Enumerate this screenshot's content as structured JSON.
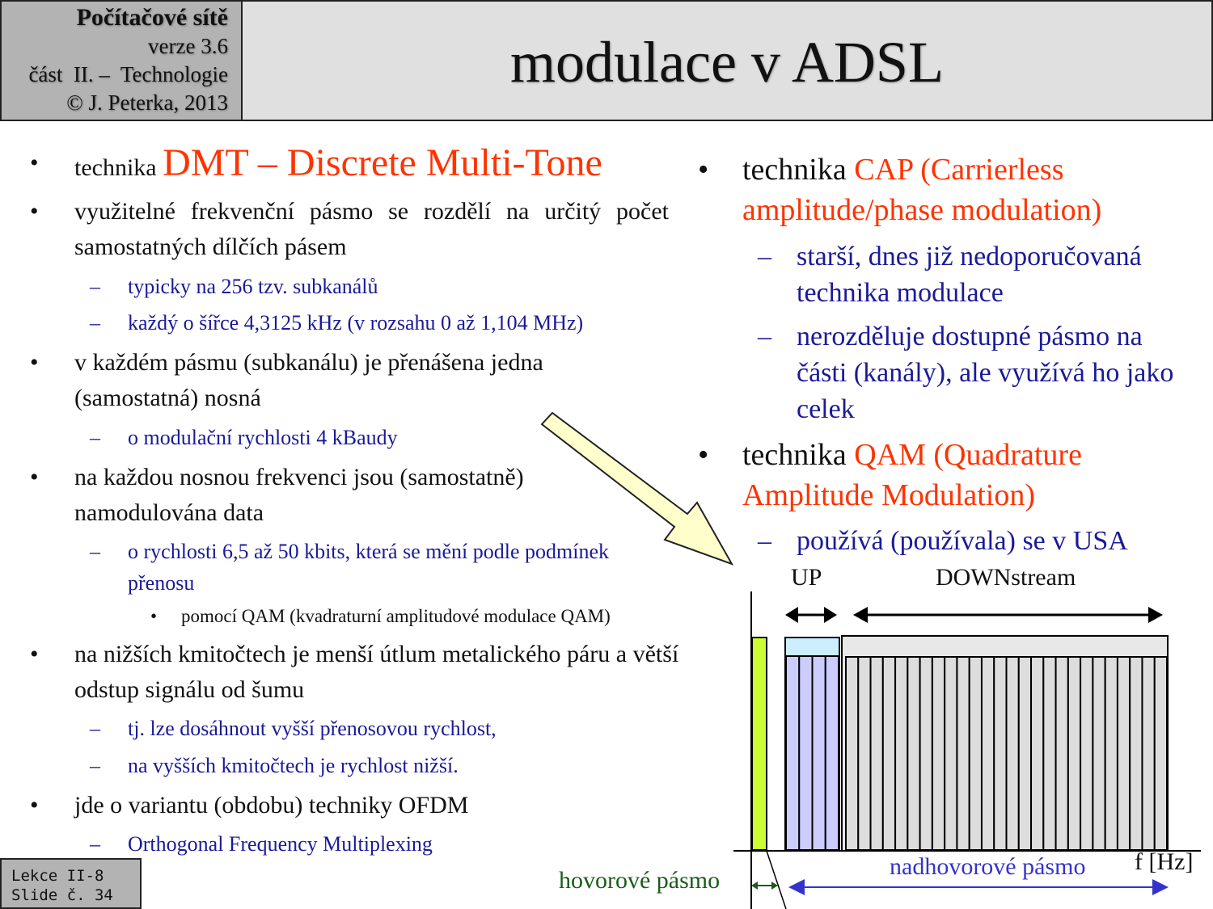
{
  "header": {
    "course": "Počítačové sítě",
    "version": "verze 3.6",
    "part": "část  II. –  Technologie",
    "copyright": "© J. Peterka, 2013",
    "title": "modulace v ADSL"
  },
  "left": {
    "b1_prefix": "technika ",
    "b1_highlight": "DMT – Discrete Multi-Tone",
    "b2": "využitelné frekvenční pásmo se rozdělí na určitý počet samostatných dílčích pásem",
    "b2_s1": "typicky na 256 tzv. subkanálů",
    "b2_s2": "každý o šířce 4,3125 kHz (v rozsahu 0 až 1,104 MHz)",
    "b3": "v každém pásmu (subkanálu) je přenášena jedna (samostatná) nosná",
    "b3_s1": "o modulační rychlosti 4 kBaudy",
    "b4": "na každou nosnou frekvenci jsou (samostatně) namodulována data",
    "b4_s1": "o rychlosti 6,5 až 50 kbits, která se mění podle podmínek přenosu",
    "b4_s1_s1": "pomocí QAM (kvadraturní amplitudové modulace QAM)",
    "b5": "na nižších kmitočtech je menší útlum metalického páru a větší odstup signálu od šumu",
    "b5_s1": "tj. lze dosáhnout vyšší přenosovou rychlost,",
    "b5_s2": "na vyšších kmitočtech je rychlost nižší.",
    "b6": "jde o variantu (obdobu) techniky OFDM",
    "b6_s1": "Orthogonal Frequency Multiplexing"
  },
  "right": {
    "b1_prefix": "technika ",
    "b1_highlight": "CAP (Carrierless amplitude/phase modulation)",
    "b1_s1": "starší, dnes již nedoporučovaná technika modulace",
    "b1_s2": "nerozděluje dostupné pásmo na části (kanály), ale využívá ho jako celek",
    "b2_prefix": "technika ",
    "b2_highlight": "QAM (Quadrature Amplitude Modulation)",
    "b2_s1": "používá (používala) se v USA"
  },
  "diagram": {
    "up": "UP",
    "down": "DOWNstream",
    "axis": "f [Hz]",
    "voice": "hovorové pásmo",
    "above_voice": "nadhovorové pásmo",
    "up_channels": 4,
    "down_channels": 26,
    "colors": {
      "voice": "#ccff33",
      "up_band": "#cceeff",
      "up_ch": "#ccccff",
      "down_band": "#e8e8e8",
      "down_ch": "#dddddd",
      "voice_text": "#1a5c1a",
      "above_text": "#3333cc"
    }
  },
  "footer": {
    "lesson": "Lekce II-8",
    "slide": "Slide č. 34"
  }
}
